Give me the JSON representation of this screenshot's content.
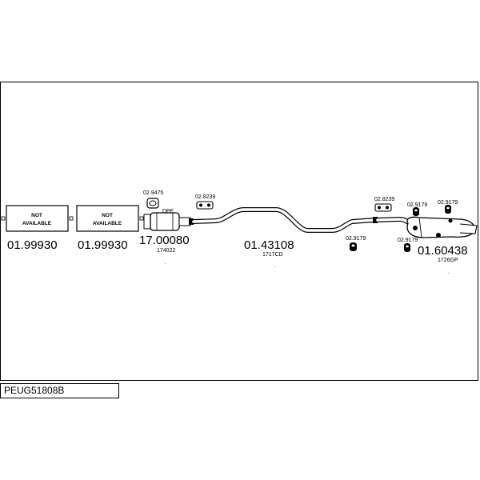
{
  "diagram_code": "PEUG51808B",
  "not_available": {
    "line1": "NOT",
    "line2": "AVAILABLE"
  },
  "parts": {
    "p1": {
      "number": "01.99930"
    },
    "p2": {
      "number": "01.99930"
    },
    "p3": {
      "number": "17.00080",
      "sub": "174022",
      "tag": "DPF"
    },
    "p4": {
      "number": "01.43108",
      "sub": "1717CD"
    },
    "p5": {
      "number": "01.60438",
      "sub": "1726GP"
    }
  },
  "small_parts": {
    "a": "02.9475",
    "b": "02.8239",
    "c": "02.8239",
    "d": "02.9179",
    "e": "02.9179",
    "f": "02.9179",
    "g": "02.9179"
  },
  "dots": {
    "d1": ".",
    "d2": ".",
    "d3": ".",
    "d4": "."
  }
}
